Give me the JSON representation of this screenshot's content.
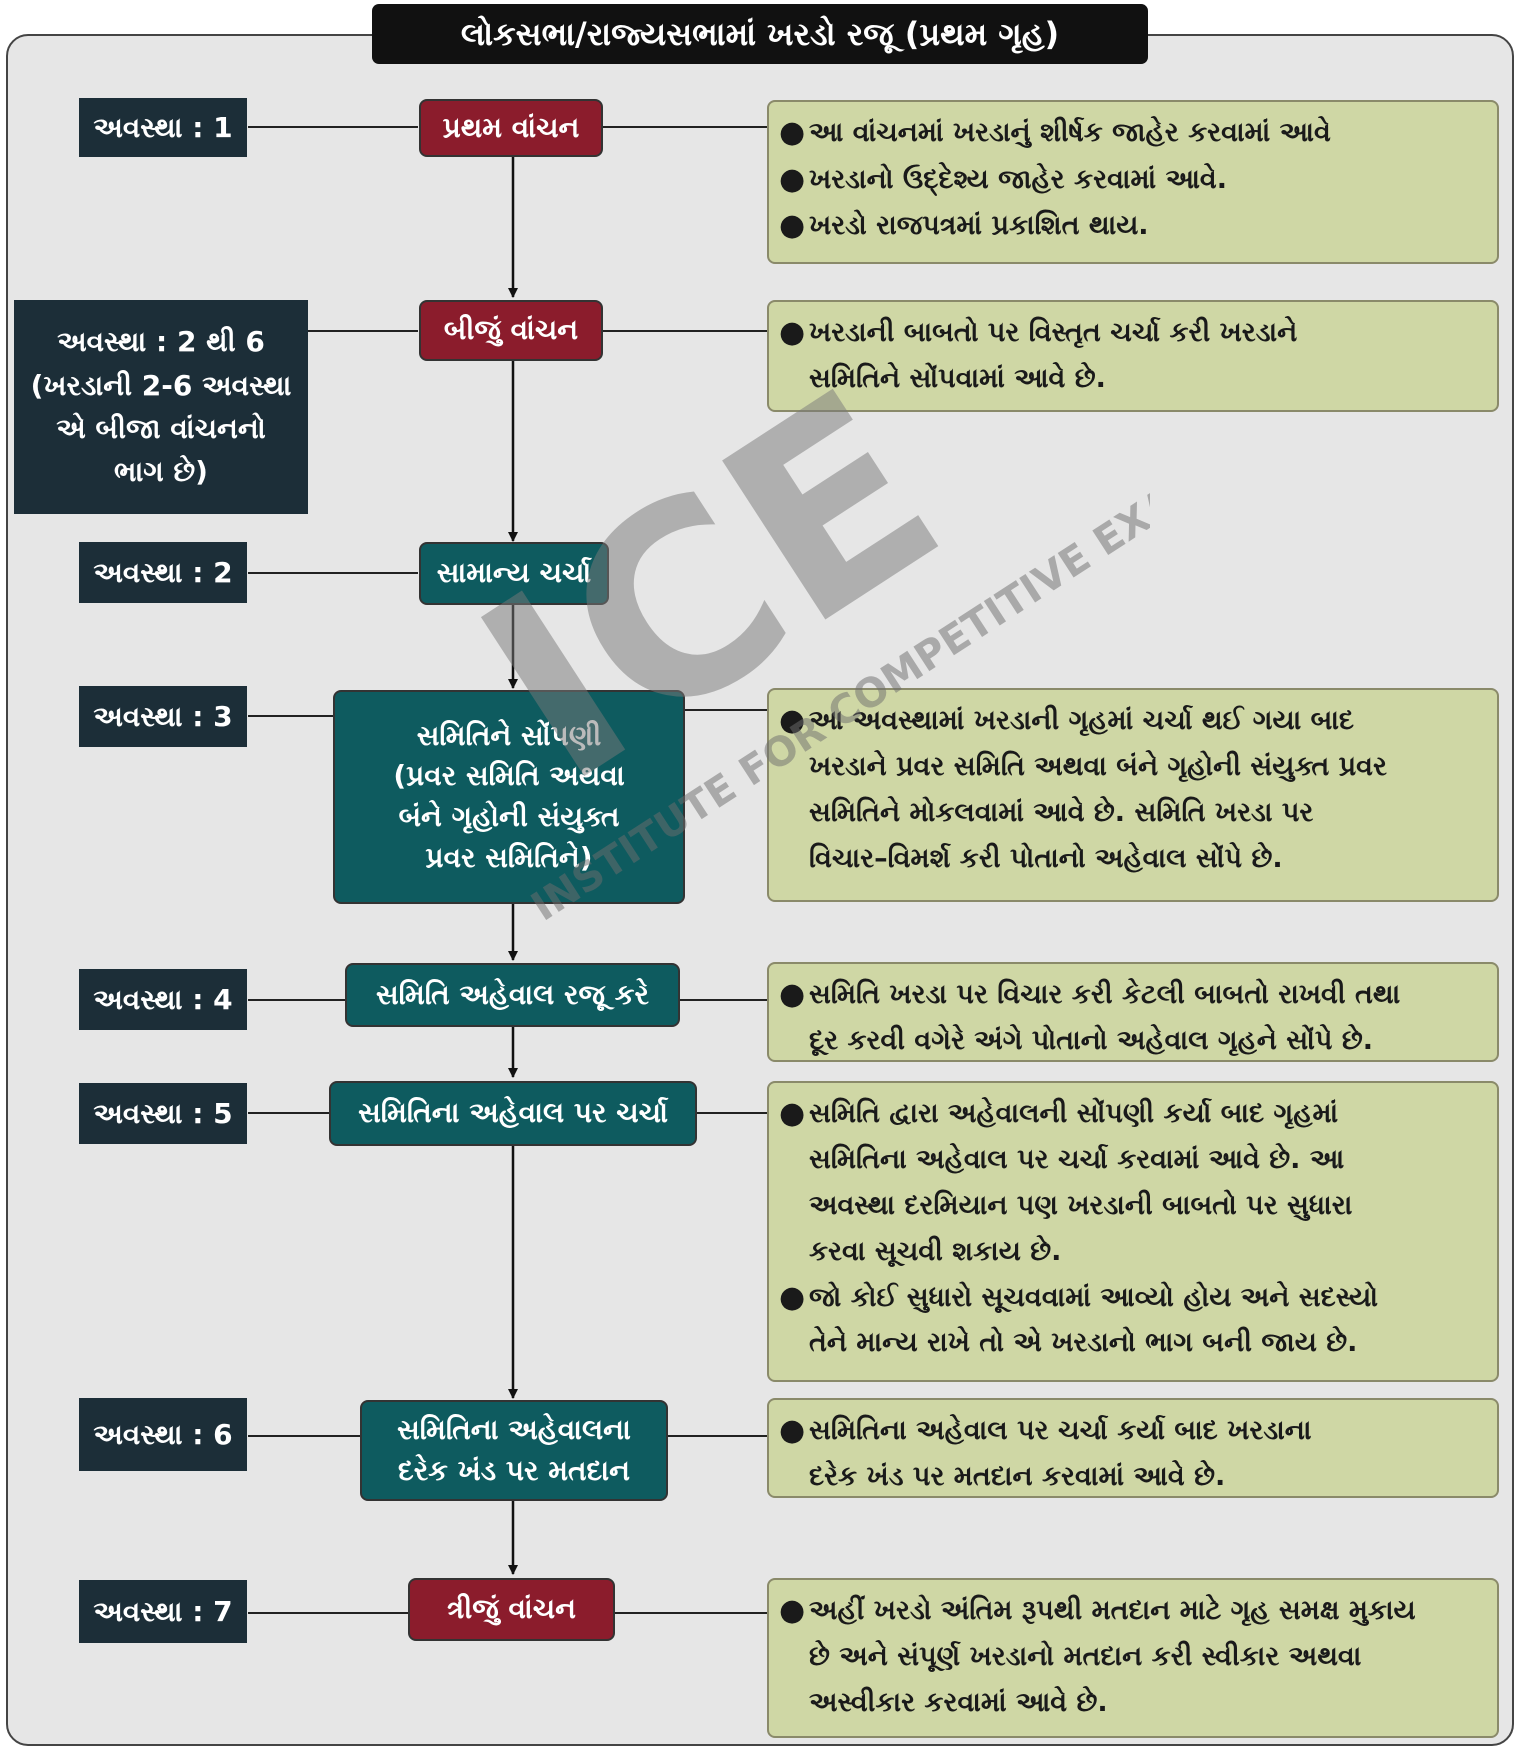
{
  "title": "લોકસભા/રાજ્યસભામાં ખરડો રજૂ (પ્રથમ ગૃહ)",
  "watermark": {
    "brand": "ICE",
    "tagline": "INSTITUTE FOR COMPETITIVE EXAMS",
    "registered": "®"
  },
  "stages": [
    {
      "label": "અવસ્થા : 1"
    },
    {
      "label": "અવસ્થા : 2 થી 6\n(ખરડાની 2-6 અવસ્થા\nએ બીજા વાંચનનો\nભાગ છે)"
    },
    {
      "label": "અવસ્થા : 2"
    },
    {
      "label": "અવસ્થા : 3"
    },
    {
      "label": "અવસ્થા : 4"
    },
    {
      "label": "અવસ્થા : 5"
    },
    {
      "label": "અવસ્થા : 6"
    },
    {
      "label": "અવસ્થા : 7"
    }
  ],
  "nodes": [
    {
      "label": "પ્રથમ વાંચન",
      "color": "#8b1c2c"
    },
    {
      "label": "બીજું વાંચન",
      "color": "#8b1c2c"
    },
    {
      "label": "સામાન્ય ચર્ચા",
      "color": "#0e5b5f"
    },
    {
      "label": "સમિતિને સોંપણી\n(પ્રવર સમિતિ અથવા\nબંને ગૃહોની સંયુક્ત\nપ્રવર સમિતિને)",
      "color": "#0e5b5f"
    },
    {
      "label": "સમિતિ અહેવાલ રજૂ કરે",
      "color": "#0e5b5f"
    },
    {
      "label": "સમિતિના અહેવાલ પર ચર્ચા",
      "color": "#0e5b5f"
    },
    {
      "label": "સમિતિના અહેવાલના\nદરેક ખંડ પર મતદાન",
      "color": "#0e5b5f"
    },
    {
      "label": "ત્રીજું વાંચન",
      "color": "#8b1c2c"
    }
  ],
  "infos": [
    {
      "bullets": [
        "આ વાંચનમાં ખરડાનું શીર્ષક જાહેર કરવામાં આવે",
        "ખરડાનો ઉદ્દેશ્ય જાહેર કરવામાં આવે.",
        "ખરડો રાજપત્રમાં પ્રકાશિત થાય."
      ]
    },
    {
      "bullets": [
        "ખરડાની બાબતો પર વિસ્તૃત ચર્ચા કરી ખરડાને\nસમિતિને સોંપવામાં આવે છે."
      ]
    },
    {
      "bullets": [
        "આ અવસ્થામાં ખરડાની ગૃહમાં ચર્ચા થઈ ગયા બાદ\nખરડાને પ્રવર સમિતિ અથવા બંને ગૃહોની સંયુક્ત પ્રવર\nસમિતિને મોકલવામાં આવે છે. સમિતિ ખરડા પર\nવિચાર–વિમર્શ કરી પોતાનો અહેવાલ સોંપે છે."
      ]
    },
    {
      "bullets": [
        "સમિતિ ખરડા પર વિચાર કરી કેટલી બાબતો રાખવી તથા\nદૂર કરવી વગેરે અંગે પોતાનો અહેવાલ ગૃહને સોંપે છે."
      ]
    },
    {
      "bullets": [
        "સમિતિ દ્વારા અહેવાલની સોંપણી કર્યા બાદ ગૃહમાં\nસમિતિના અહેવાલ પર ચર્ચા કરવામાં આવે છે. આ\nઅવસ્થા દરમિયાન પણ ખરડાની બાબતો પર સુધારા\nકરવા સૂચવી શકાય છે.",
        "જો કોઈ સુધારો સૂચવવામાં આવ્યો હોય અને સદસ્યો\nતેને માન્ય રાખે તો એ ખરડાનો ભાગ બની જાય છે."
      ]
    },
    {
      "bullets": [
        "સમિતિના અહેવાલ પર ચર્ચા કર્યા બાદ ખરડાના\nદરેક ખંડ પર મતદાન  કરવામાં આવે છે."
      ]
    },
    {
      "bullets": [
        "અહીં ખરડો અંતિમ રૂપથી મતદાન માટે ગૃહ સમક્ષ મુકાય\nછે અને સંપૂર્ણ ખરડાનો મતદાન કરી સ્વીકાર અથવા\nઅસ્વીકાર કરવામાં આવે છે."
      ]
    }
  ]
}
